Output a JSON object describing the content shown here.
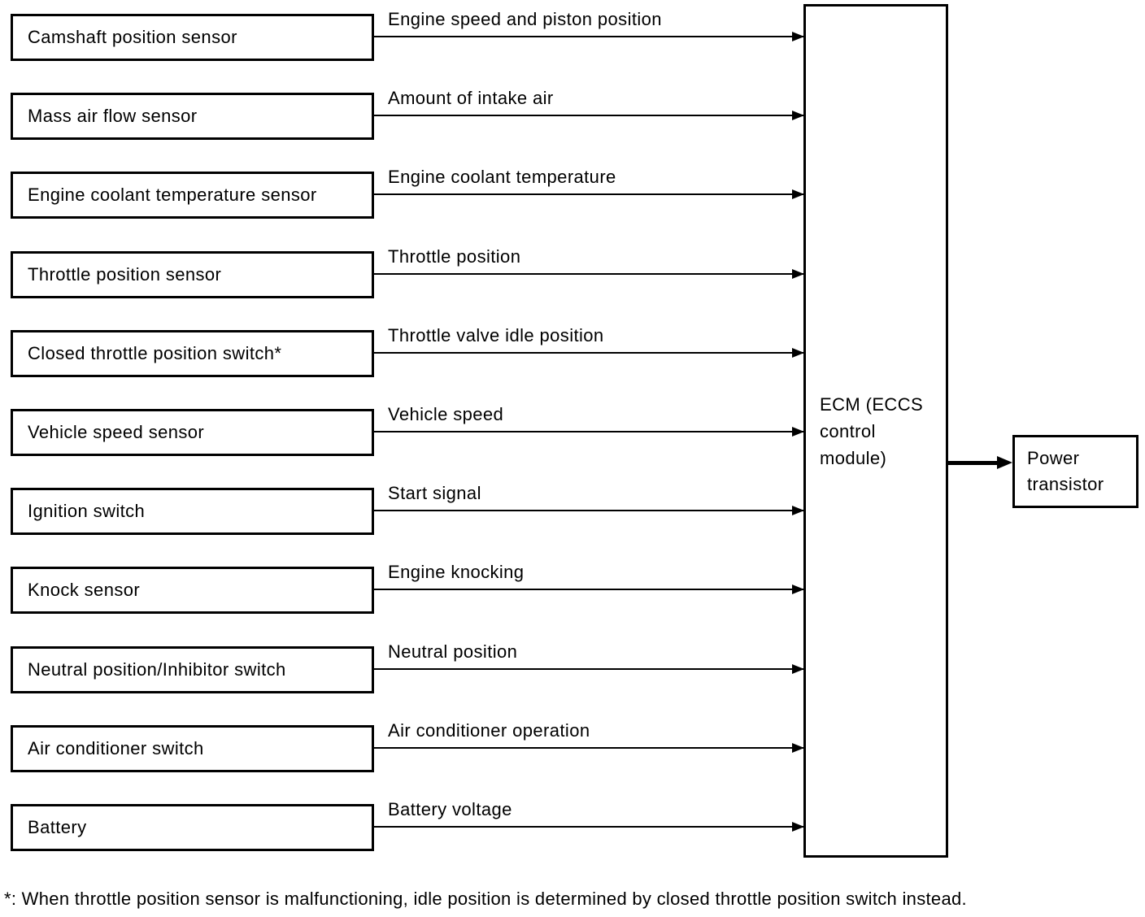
{
  "diagram": {
    "rows": [
      {
        "source": "Camshaft position sensor",
        "signal": "Engine speed and piston position"
      },
      {
        "source": "Mass air flow sensor",
        "signal": "Amount of intake air"
      },
      {
        "source": "Engine coolant temperature sensor",
        "signal": "Engine coolant temperature"
      },
      {
        "source": "Throttle position sensor",
        "signal": "Throttle position"
      },
      {
        "source": "Closed throttle position switch*",
        "signal": "Throttle valve idle position"
      },
      {
        "source": "Vehicle speed sensor",
        "signal": "Vehicle speed"
      },
      {
        "source": "Ignition switch",
        "signal": "Start signal"
      },
      {
        "source": "Knock sensor",
        "signal": "Engine knocking"
      },
      {
        "source": "Neutral position/Inhibitor switch",
        "signal": "Neutral position"
      },
      {
        "source": "Air conditioner switch",
        "signal": "Air conditioner operation"
      },
      {
        "source": "Battery",
        "signal": "Battery voltage"
      }
    ],
    "ecm": {
      "label": "ECM (ECCS control module)"
    },
    "output": {
      "label": "Power transistor"
    },
    "footnote": "*: When throttle position sensor is malfunctioning, idle position is determined by closed throttle position switch instead.",
    "colors": {
      "ink": "#000000",
      "background": "#ffffff"
    }
  }
}
